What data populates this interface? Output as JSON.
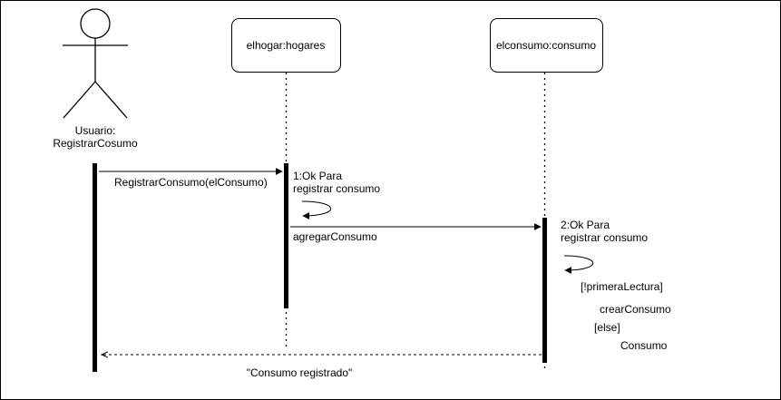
{
  "actor": {
    "name_line1": "Usuario:",
    "name_line2": "RegistrarCosumo"
  },
  "lifelines": [
    {
      "label": "elhogar:hogares"
    },
    {
      "label": "elconsumo:consumo"
    }
  ],
  "messages": {
    "registrar": "RegistrarConsumo(elConsumo)",
    "agregar": "agregarConsumo",
    "retorno": "\"Consumo registrado\""
  },
  "self_calls": {
    "hogar_line1": "1:Ok Para",
    "hogar_line2": "registrar consumo",
    "consumo_line1": "2:Ok Para",
    "consumo_line2": "registrar consumo"
  },
  "notes": {
    "guard_if": "[!primeraLectura]",
    "crear": "crearConsumo",
    "guard_else": "[else]",
    "consumo": "Consumo"
  }
}
